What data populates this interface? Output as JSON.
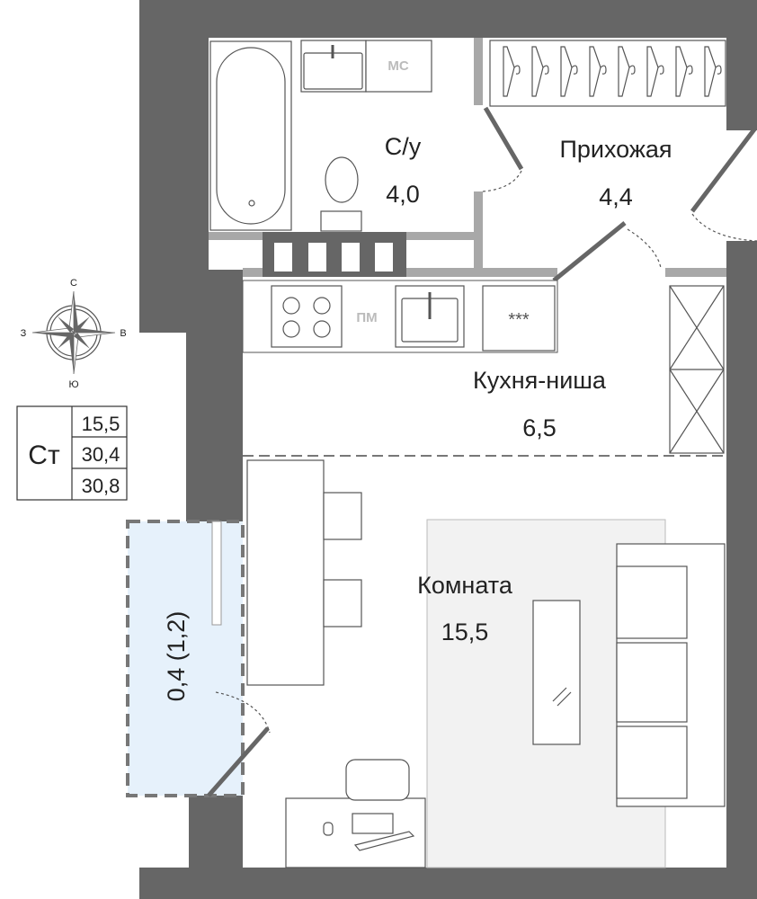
{
  "rooms": {
    "bathroom": {
      "name": "С/у",
      "area": "4,0"
    },
    "hallway": {
      "name": "Прихожая",
      "area": "4,4"
    },
    "kitchen": {
      "name": "Кухня-ниша",
      "area": "6,5"
    },
    "living": {
      "name": "Комната",
      "area": "15,5"
    },
    "balcony": {
      "area": "0,4 (1,2)"
    }
  },
  "fixtures": {
    "washer": "МС",
    "dishwasher": "ПМ",
    "stove_marks": "***"
  },
  "compass": {
    "north": "С",
    "south": "Ю",
    "west": "З",
    "east": "В"
  },
  "legend": {
    "type": "Ст",
    "living_area": "15,5",
    "total_area": "30,4",
    "total_with_balcony": "30,8"
  },
  "colors": {
    "wall": "#666666",
    "partition": "#a8a8a8",
    "balcony": "#e6f1fb",
    "rug": "#f2f2f2"
  }
}
